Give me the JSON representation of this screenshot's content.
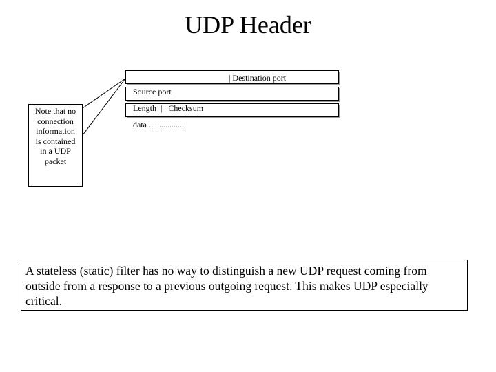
{
  "title": "UDP Header",
  "header_fields": {
    "row1_left": "Source port",
    "row1_right": "| Destination port",
    "row2": "Length  |   Checksum",
    "row3": "data ................."
  },
  "note": {
    "lines": [
      "Note that no",
      "connection",
      "information",
      "is contained",
      "in a UDP",
      "packet"
    ]
  },
  "statement": "A stateless (static) filter has no way to distinguish a new UDP request coming from outside from a response to a previous outgoing request. This makes UDP especially critical."
}
